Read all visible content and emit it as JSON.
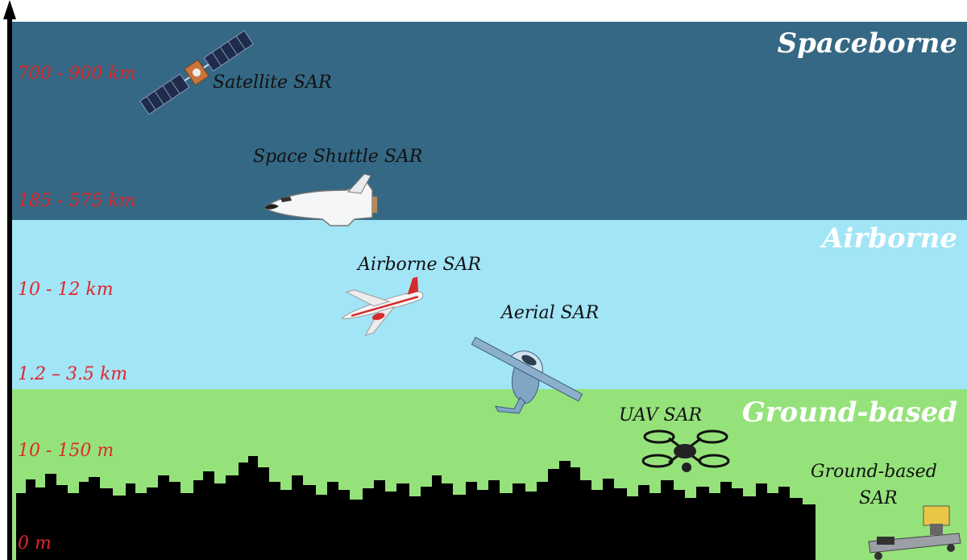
{
  "zones": {
    "spaceborne": "Spaceborne",
    "airborne": "Airborne",
    "ground": "Ground-based"
  },
  "altitudes": [
    "700 - 900 km",
    "185 - 575 km",
    "10 - 12 km",
    "1.2 – 3.5 km",
    "10 - 150 m",
    "0 m"
  ],
  "platforms": {
    "satellite": "Satellite SAR",
    "shuttle": "Space Shuttle SAR",
    "airborne": "Airborne SAR",
    "aerial": "Aerial SAR",
    "uav": "UAV SAR",
    "ground1": "Ground-based",
    "ground2": "SAR"
  },
  "colors": {
    "space_band": "#356884",
    "air_band": "#a2e5f6",
    "ground_band": "#95e27b",
    "altitude_text": "#e0272b",
    "skyline": "#000000"
  }
}
